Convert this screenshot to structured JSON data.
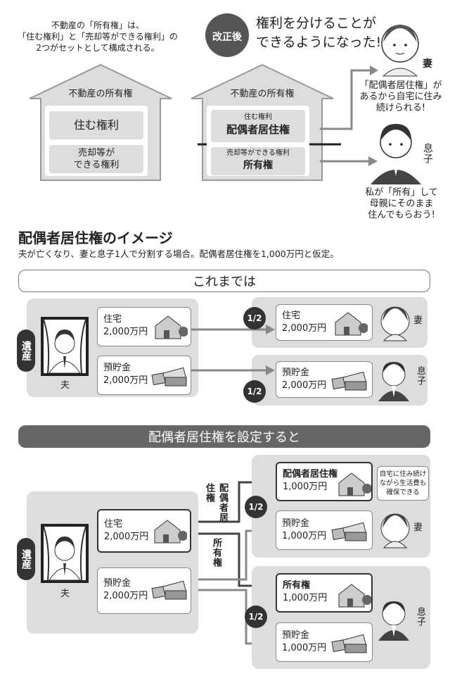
{
  "top": {
    "caption_lines": [
      "不動産の「所有権」は、",
      "「住む権利」と「売却等ができる権利」の",
      "2つがセットとして構成される。"
    ],
    "house_title": "不動産の所有権",
    "right_on": "住む権利",
    "right_sell": "売却等が\nできる権利",
    "after_badge": "改正後",
    "after_heading_lines": [
      "権利を分けることが",
      "できるようになった!"
    ],
    "house2_title": "不動産の所有権",
    "house2_upper_small": "住む権利",
    "house2_upper_big": "配偶者居住権",
    "house2_lower_small": "売却等ができる権利",
    "house2_lower_big": "所有権",
    "wife_label": "妻",
    "wife_speech_lines": [
      "「配偶者居住権」が",
      "あるから自宅に住み",
      "続けられる!"
    ],
    "son_label": "息子",
    "son_speech_lines": [
      "私が「所有」して",
      "母親にそのまま",
      "住んでもらおう!"
    ]
  },
  "section": {
    "title": "配偶者居住権のイメージ",
    "subtitle": "夫が亡くなり、妻と息子1人で分割する場合。配偶者居住権を1,000万円と仮定。"
  },
  "before": {
    "header": "これまでは",
    "estate_label": "遺産",
    "husband_label": "夫",
    "asset_house": {
      "name": "住宅",
      "value": "2,000万円"
    },
    "asset_savings": {
      "name": "預貯金",
      "value": "2,000万円"
    },
    "share": "1/2",
    "wife_house": {
      "name": "住宅",
      "value": "2,000万円"
    },
    "son_savings": {
      "name": "預貯金",
      "value": "2,000万円"
    },
    "wife_label": "妻",
    "son_label": "息子"
  },
  "after": {
    "header": "配偶者居住権を設定すると",
    "estate_label": "遺産",
    "husband_label": "夫",
    "asset_house": {
      "name": "住宅",
      "value": "2,000万円"
    },
    "asset_savings": {
      "name": "預貯金",
      "value": "2,000万円"
    },
    "line_label_right": "配偶者居住権",
    "line_label_own": "所有権",
    "share": "1/2",
    "wife_right": {
      "name": "配偶者居住権",
      "value": "1,000万円"
    },
    "wife_savings": {
      "name": "預貯金",
      "value": "1,000万円"
    },
    "son_own": {
      "name": "所有権",
      "value": "1,000万円"
    },
    "son_savings": {
      "name": "預貯金",
      "value": "1,000万円"
    },
    "wife_note_lines": [
      "自宅に住み続け",
      "ながら生活費も",
      "確保できる"
    ],
    "wife_label": "妻",
    "son_label": "息子"
  },
  "colors": {
    "panel": "#dcdcdc",
    "dark": "#333333",
    "arrow": "#888888",
    "dark_arrow": "#444444"
  }
}
